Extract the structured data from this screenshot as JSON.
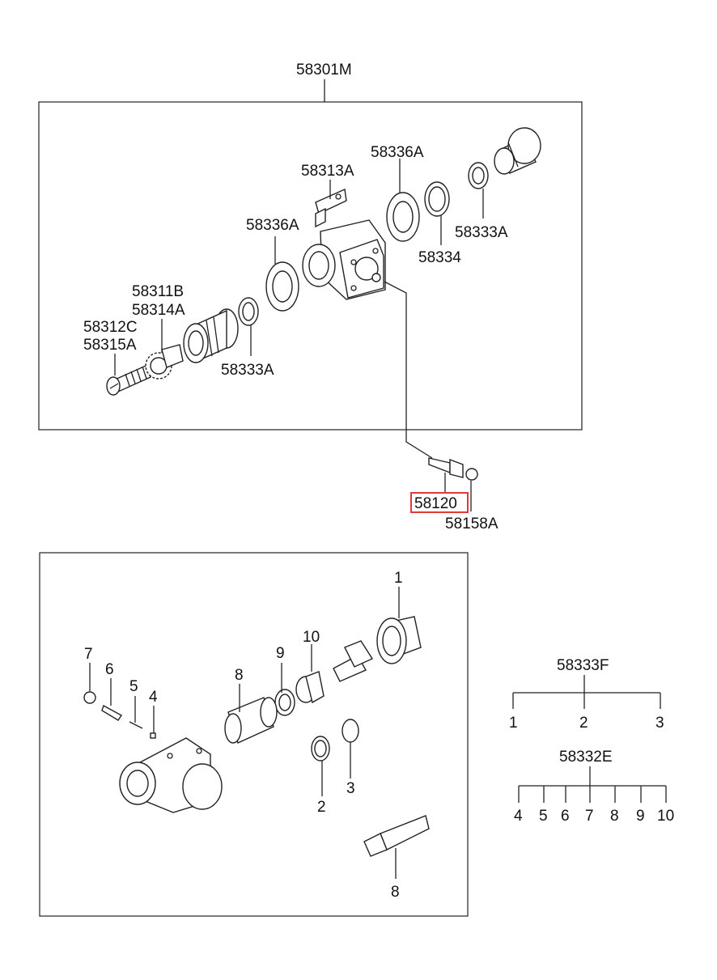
{
  "assembly": {
    "code": "58301M",
    "labels": {
      "cup_left": "58336A",
      "cup_right": "58336A",
      "plate": "58313A",
      "ring": "58334",
      "bolt_a": "58311B",
      "bolt_b": "58314A",
      "bolt_c": "58312C",
      "bolt_d": "58315A",
      "seal_left": "58333A",
      "seal_right": "58333A"
    }
  },
  "bleeder": {
    "code": "58120",
    "cap_code": "58158A",
    "highlight_color": "#e23a36"
  },
  "kit": {
    "numbers": {
      "n1": "1",
      "n2": "2",
      "n3": "3",
      "n4": "4",
      "n5": "5",
      "n6": "6",
      "n7": "7",
      "n8a": "8",
      "n8b": "8",
      "n9": "9",
      "n10": "10"
    }
  },
  "legend": {
    "kit_a": {
      "code": "58333F",
      "items": [
        "1",
        "2",
        "3"
      ]
    },
    "kit_b": {
      "code": "58332E",
      "items": [
        "4",
        "5",
        "6",
        "7",
        "8",
        "9",
        "10"
      ]
    }
  }
}
